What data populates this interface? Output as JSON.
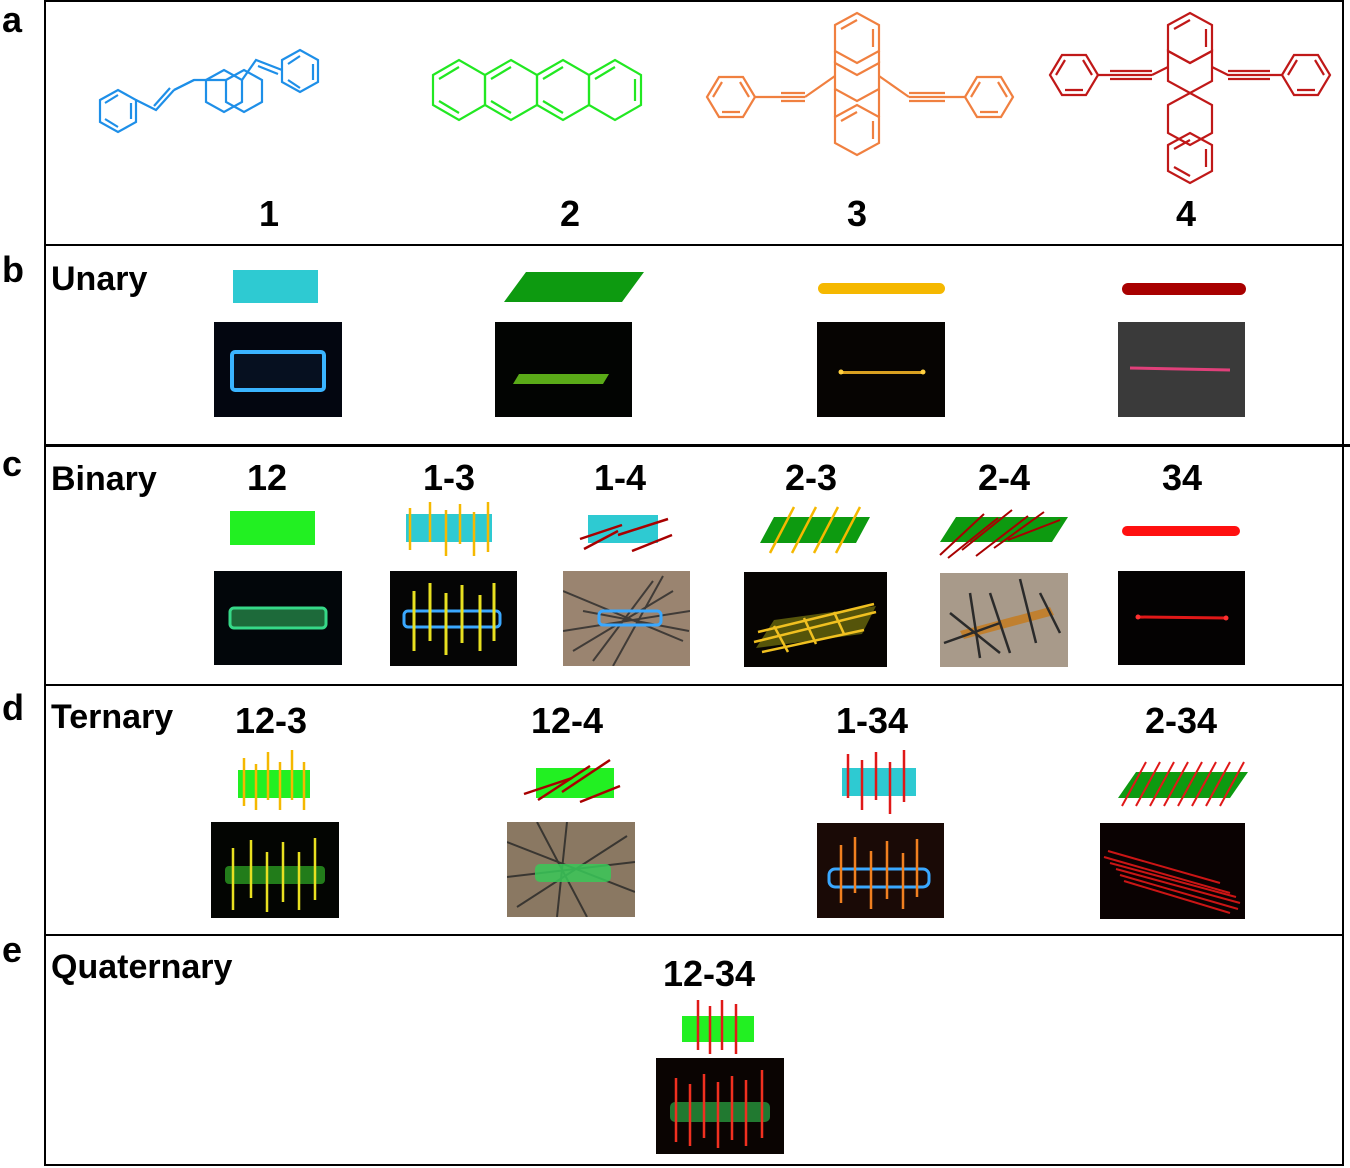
{
  "panels": {
    "a": {
      "letter": "a",
      "compounds": [
        "1",
        "2",
        "3",
        "4"
      ]
    },
    "b": {
      "letter": "b",
      "title": "Unary"
    },
    "c": {
      "letter": "c",
      "title": "Binary",
      "items": [
        "12",
        "1-3",
        "1-4",
        "2-3",
        "2-4",
        "34"
      ]
    },
    "d": {
      "letter": "d",
      "title": "Ternary",
      "items": [
        "12-3",
        "12-4",
        "1-34",
        "2-34"
      ]
    },
    "e": {
      "letter": "e",
      "title": "Quaternary",
      "items": [
        "12-34"
      ]
    }
  },
  "colors": {
    "compound1": "#1e8fe8",
    "compound2": "#22e822",
    "compound3": "#f08040",
    "compound4": "#c01818",
    "cyan_crystal": "#2ecad2",
    "dark_green_crystal": "#0d9a10",
    "bright_green_crystal": "#22f022",
    "yellow_wire": "#f5b800",
    "dark_red_wire": "#a80000",
    "red_wire": "#ff1010"
  }
}
